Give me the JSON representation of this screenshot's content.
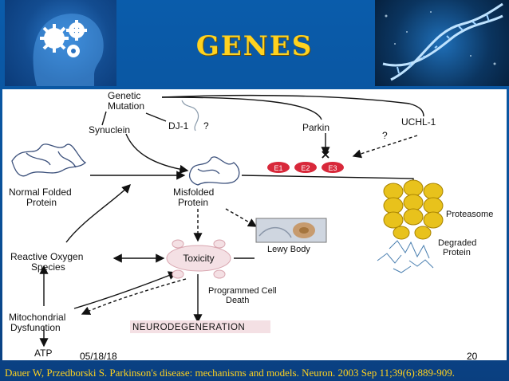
{
  "slide": {
    "title": "GENES",
    "date": "05/18/18",
    "page_number": "20",
    "citation": "Dauer W, Przedborski S. Parkinson's disease: mechanisms and models. Neuron. 2003 Sep 11;39(6):889-909."
  },
  "diagram": {
    "genetic_mutation_1": "Genetic",
    "genetic_mutation_2": "Mutation",
    "synuclein": "Synuclein",
    "dj1": "DJ-1",
    "question_1": "?",
    "parkin": "Parkin",
    "uchl1": "UCHL-1",
    "question_2": "?",
    "e1": "E1",
    "e2": "E2",
    "e3": "E3",
    "normal_folded_1": "Normal Folded",
    "normal_folded_2": "Protein",
    "misfolded_1": "Misfolded",
    "misfolded_2": "Protein",
    "proteasome": "Proteasome",
    "lewy_body": "Lewy Body",
    "degraded_1": "Degraded",
    "degraded_2": "Protein",
    "reactive_1": "Reactive Oxygen",
    "reactive_2": "Species",
    "toxicity": "Toxicity",
    "programmed_1": "Programmed Cell",
    "programmed_2": "Death",
    "mito_1": "Mitochondrial",
    "mito_2": "Dysfunction",
    "neurodegeneration": "NEURODEGENERATION",
    "atp": "ATP",
    "x_mark": "×"
  },
  "colors": {
    "title": "#ffd21f",
    "background": "#0a5cab",
    "e_nodes": "#d8283a",
    "proteasome": "#e8c21c"
  }
}
